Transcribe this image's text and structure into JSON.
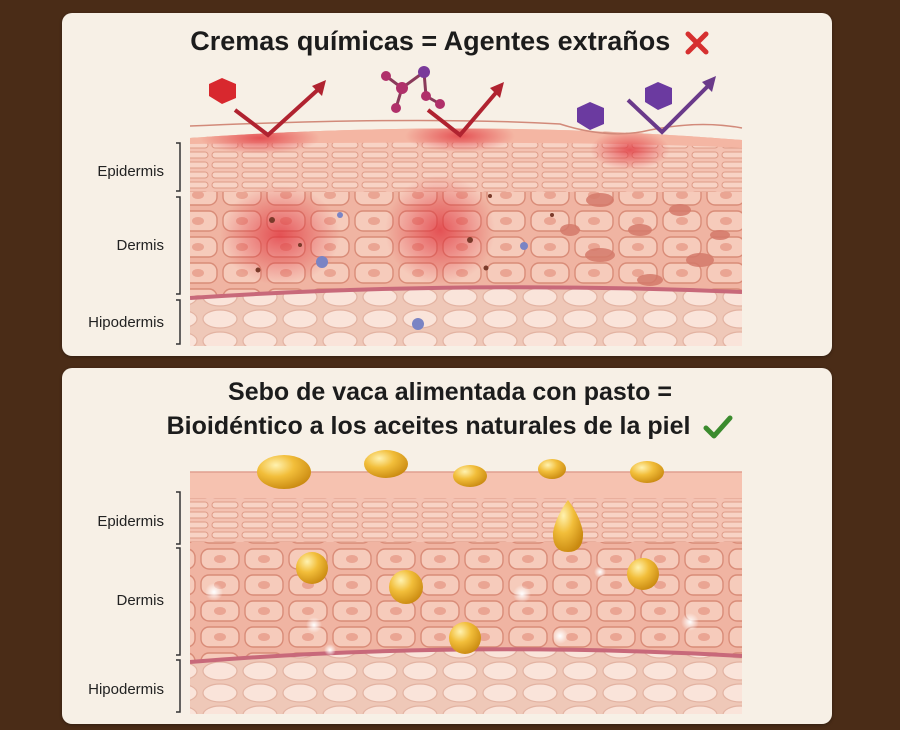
{
  "panels": [
    {
      "title": "Cremas químicas = Agentes extraños",
      "status_icon": "red-x-icon",
      "layers": [
        "Epidermis",
        "Dermis",
        "Hipodermis"
      ]
    },
    {
      "title_line1": "Sebo de vaca alimentada con pasto =",
      "title_line2": "Bioidéntico a los aceites naturales de la piel",
      "status_icon": "green-check-icon",
      "layers": [
        "Epidermis",
        "Dermis",
        "Hipodermis"
      ]
    }
  ],
  "colors": {
    "background": "#4a2c17",
    "panel": "#f7f0e6",
    "skin": "#f2b9a6",
    "inflammation": "#e0303a",
    "oil": "#e8a81c",
    "cross": "#d63030",
    "check": "#3b8b2e"
  }
}
